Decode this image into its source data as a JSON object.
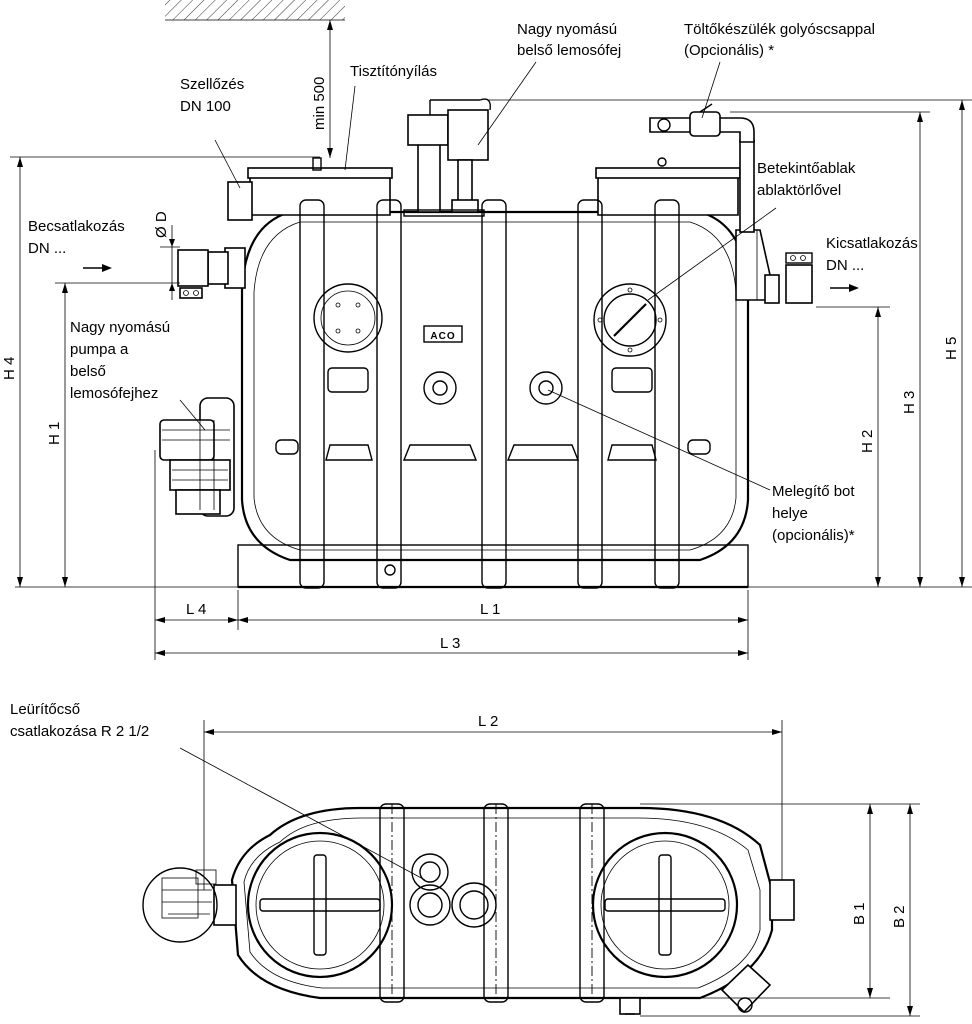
{
  "labels": {
    "vent": [
      "Szellőzés",
      "DN 100"
    ],
    "cleaning_opening": "Tisztítónyílás",
    "min_clearance": "min 500",
    "high_pressure_head": [
      "Nagy nyomású",
      "belső lemosófej"
    ],
    "filling_device": [
      "Töltőkészülék golyóscsappal",
      "(Opcionális) *"
    ],
    "inlet": [
      "Becsatlakozás",
      "DN ..."
    ],
    "inlet_diameter": "Ø D",
    "high_pressure_pump": [
      "Nagy nyomású",
      "pumpa a",
      "belső",
      "lemosófejhez"
    ],
    "sight_glass": [
      "Betekintőablak",
      "ablaktörlővel"
    ],
    "outlet": [
      "Kicsatlakozás",
      "DN ..."
    ],
    "heater": [
      "Melegítő bot",
      "helye",
      "(opcionális)*"
    ],
    "drain": [
      "Leürítőcső",
      "csatlakozása R 2 1/2"
    ],
    "brand": "ACO"
  },
  "dimensions": {
    "h1": "H 1",
    "h2": "H 2",
    "h3": "H 3",
    "h4": "H 4",
    "h5": "H 5",
    "l1": "L 1",
    "l2": "L 2",
    "l3": "L 3",
    "l4": "L 4",
    "b1": "B 1",
    "b2": "B 2"
  }
}
